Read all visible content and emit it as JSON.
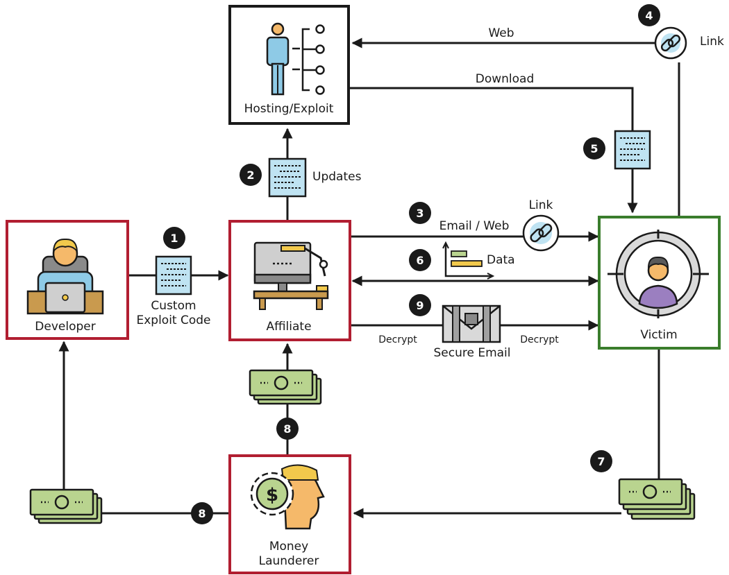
{
  "colors": {
    "ink": "#1a1a1a",
    "actor_red": "#b11e31",
    "victim_green": "#3a7d2c",
    "doc_blue": "#bfe3f2",
    "cash_green": "#b9d48f",
    "skin": "#f5b96a",
    "hair": "#f2c94c"
  },
  "nodes": {
    "hosting": "Hosting/Exploit",
    "developer": "Developer",
    "affiliate": "Affiliate",
    "victim": "Victim",
    "launderer_line1": "Money",
    "launderer_line2": "Launderer"
  },
  "labels": {
    "web": "Web",
    "link_top": "Link",
    "download": "Download",
    "updates": "Updates",
    "custom_line1": "Custom",
    "custom_line2": "Exploit Code",
    "link_mid": "Link",
    "email_web": "Email / Web",
    "data": "Data",
    "decrypt_left": "Decrypt",
    "decrypt_right": "Decrypt",
    "secure_email": "Secure Email"
  },
  "steps": {
    "s1": "1",
    "s2": "2",
    "s3": "3",
    "s4": "4",
    "s5": "5",
    "s6": "6",
    "s7": "7",
    "s8a": "8",
    "s8b": "8",
    "s9": "9"
  },
  "icons": {
    "hosting": "org-chart-person-icon",
    "developer": "developer-at-laptop-icon",
    "affiliate": "desk-computer-icon",
    "victim": "target-person-icon",
    "launderer": "money-head-gear-icon",
    "code": "code-document-icon",
    "link": "chain-link-icon",
    "data": "gantt-chart-icon",
    "secure_email": "locked-envelope-icon",
    "money": "cash-stack-icon"
  }
}
